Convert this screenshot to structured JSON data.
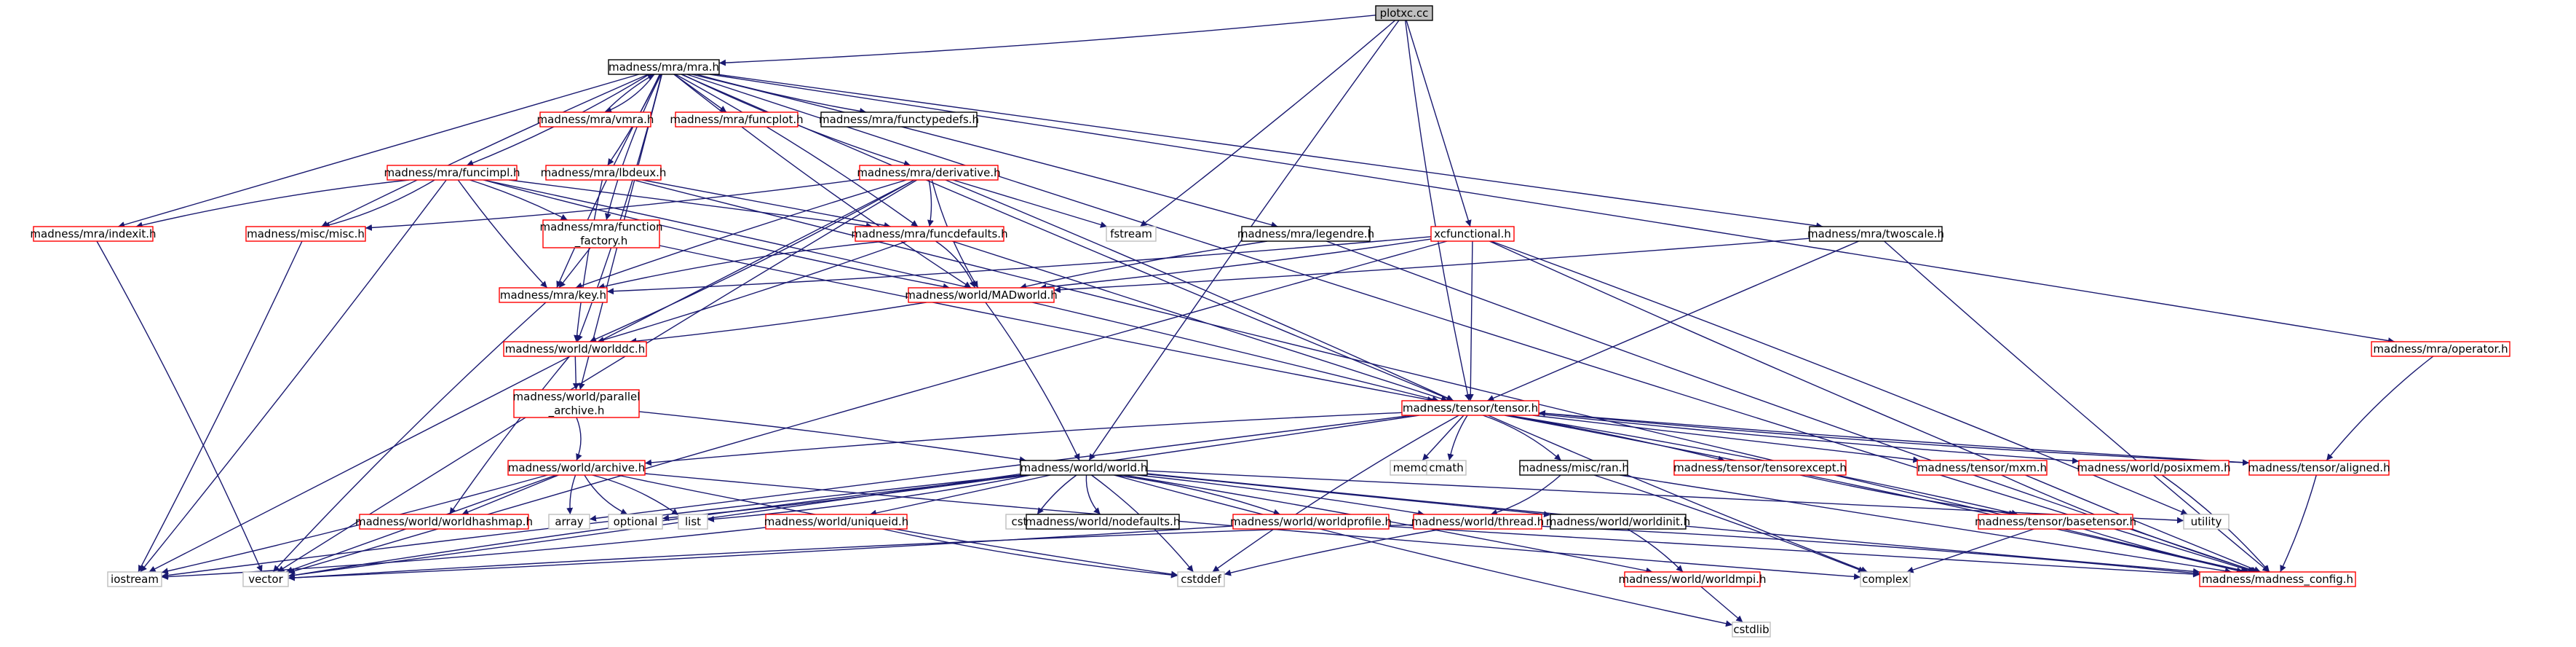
{
  "colors": {
    "background": "#ffffff",
    "edge": "#191970",
    "border_red": "#ff0000",
    "border_black": "#000000",
    "border_gray": "#bfbfbf",
    "root_fill": "#bfbfbf",
    "text": "#000000"
  },
  "nodes": [
    {
      "id": "n_plotxc",
      "label": "plotxc.cc",
      "style": "root"
    },
    {
      "id": "n_mra",
      "label": "madness/mra/mra.h",
      "style": "black"
    },
    {
      "id": "n_vmra",
      "label": "madness/mra/vmra.h",
      "style": "red"
    },
    {
      "id": "n_funcplot",
      "label": "madness/mra/funcplot.h",
      "style": "red"
    },
    {
      "id": "n_functypedefs",
      "label": "madness/mra/functypedefs.h",
      "style": "black"
    },
    {
      "id": "n_derivative",
      "label": "madness/mra/derivative.h",
      "style": "red"
    },
    {
      "id": "n_funcimpl",
      "label": "madness/mra/funcimpl.h",
      "style": "red"
    },
    {
      "id": "n_lbdeux",
      "label": "madness/mra/lbdeux.h",
      "style": "red"
    },
    {
      "id": "n_indexit",
      "label": "madness/mra/indexit.h",
      "style": "red"
    },
    {
      "id": "n_misc",
      "label": "madness/misc/misc.h",
      "style": "red"
    },
    {
      "id": "n_funcfactory",
      "label": [
        "madness/mra/function",
        "_factory.h"
      ],
      "style": "red"
    },
    {
      "id": "n_funcdefaults",
      "label": "madness/mra/funcdefaults.h",
      "style": "red"
    },
    {
      "id": "n_fstream",
      "label": "fstream",
      "style": "gray"
    },
    {
      "id": "n_legendre",
      "label": "madness/mra/legendre.h",
      "style": "black"
    },
    {
      "id": "n_xcfunctional",
      "label": "xcfunctional.h",
      "style": "red"
    },
    {
      "id": "n_twoscale",
      "label": "madness/mra/twoscale.h",
      "style": "black"
    },
    {
      "id": "n_key",
      "label": "madness/mra/key.h",
      "style": "red"
    },
    {
      "id": "n_madworld",
      "label": "madness/world/MADworld.h",
      "style": "red"
    },
    {
      "id": "n_worlddc",
      "label": "madness/world/worlddc.h",
      "style": "red"
    },
    {
      "id": "n_operator",
      "label": "madness/mra/operator.h",
      "style": "red"
    },
    {
      "id": "n_parallel",
      "label": [
        "madness/world/parallel",
        "_archive.h"
      ],
      "style": "red"
    },
    {
      "id": "n_tensor",
      "label": "madness/tensor/tensor.h",
      "style": "red"
    },
    {
      "id": "n_memory",
      "label": "memory",
      "style": "gray"
    },
    {
      "id": "n_cmath",
      "label": "cmath",
      "style": "gray"
    },
    {
      "id": "n_archive",
      "label": "madness/world/archive.h",
      "style": "red"
    },
    {
      "id": "n_worldh",
      "label": "madness/world/world.h",
      "style": "black"
    },
    {
      "id": "n_ran",
      "label": "madness/misc/ran.h",
      "style": "black"
    },
    {
      "id": "n_tensorexcept",
      "label": "madness/tensor/tensorexcept.h",
      "style": "red"
    },
    {
      "id": "n_mxm",
      "label": "madness/tensor/mxm.h",
      "style": "red"
    },
    {
      "id": "n_posixmem",
      "label": "madness/world/posixmem.h",
      "style": "red"
    },
    {
      "id": "n_aligned",
      "label": "madness/tensor/aligned.h",
      "style": "red"
    },
    {
      "id": "n_worldhashmap",
      "label": "madness/world/worldhashmap.h",
      "style": "red"
    },
    {
      "id": "n_array",
      "label": "array",
      "style": "gray"
    },
    {
      "id": "n_optional",
      "label": "optional",
      "style": "gray"
    },
    {
      "id": "n_list",
      "label": "list",
      "style": "gray"
    },
    {
      "id": "n_uniqueid",
      "label": "madness/world/uniqueid.h",
      "style": "red"
    },
    {
      "id": "n_cstdint",
      "label": "cstdint",
      "style": "gray"
    },
    {
      "id": "n_nodefaults",
      "label": "madness/world/nodefaults.h",
      "style": "black"
    },
    {
      "id": "n_worldprofile",
      "label": "madness/world/worldprofile.h",
      "style": "red"
    },
    {
      "id": "n_thread",
      "label": "madness/world/thread.h",
      "style": "red"
    },
    {
      "id": "n_worldinit",
      "label": "madness/world/worldinit.h",
      "style": "black"
    },
    {
      "id": "n_basetensor",
      "label": "madness/tensor/basetensor.h",
      "style": "red"
    },
    {
      "id": "n_utility",
      "label": "utility",
      "style": "gray"
    },
    {
      "id": "n_iostream",
      "label": "iostream",
      "style": "gray"
    },
    {
      "id": "n_vector",
      "label": "vector",
      "style": "gray"
    },
    {
      "id": "n_cstddef",
      "label": "cstddef",
      "style": "gray"
    },
    {
      "id": "n_worldmpi",
      "label": "madness/world/worldmpi.h",
      "style": "red"
    },
    {
      "id": "n_complex",
      "label": "complex",
      "style": "gray"
    },
    {
      "id": "n_config",
      "label": "madness/madness_config.h",
      "style": "red"
    },
    {
      "id": "n_cstdlib",
      "label": "cstdlib",
      "style": "gray"
    }
  ]
}
